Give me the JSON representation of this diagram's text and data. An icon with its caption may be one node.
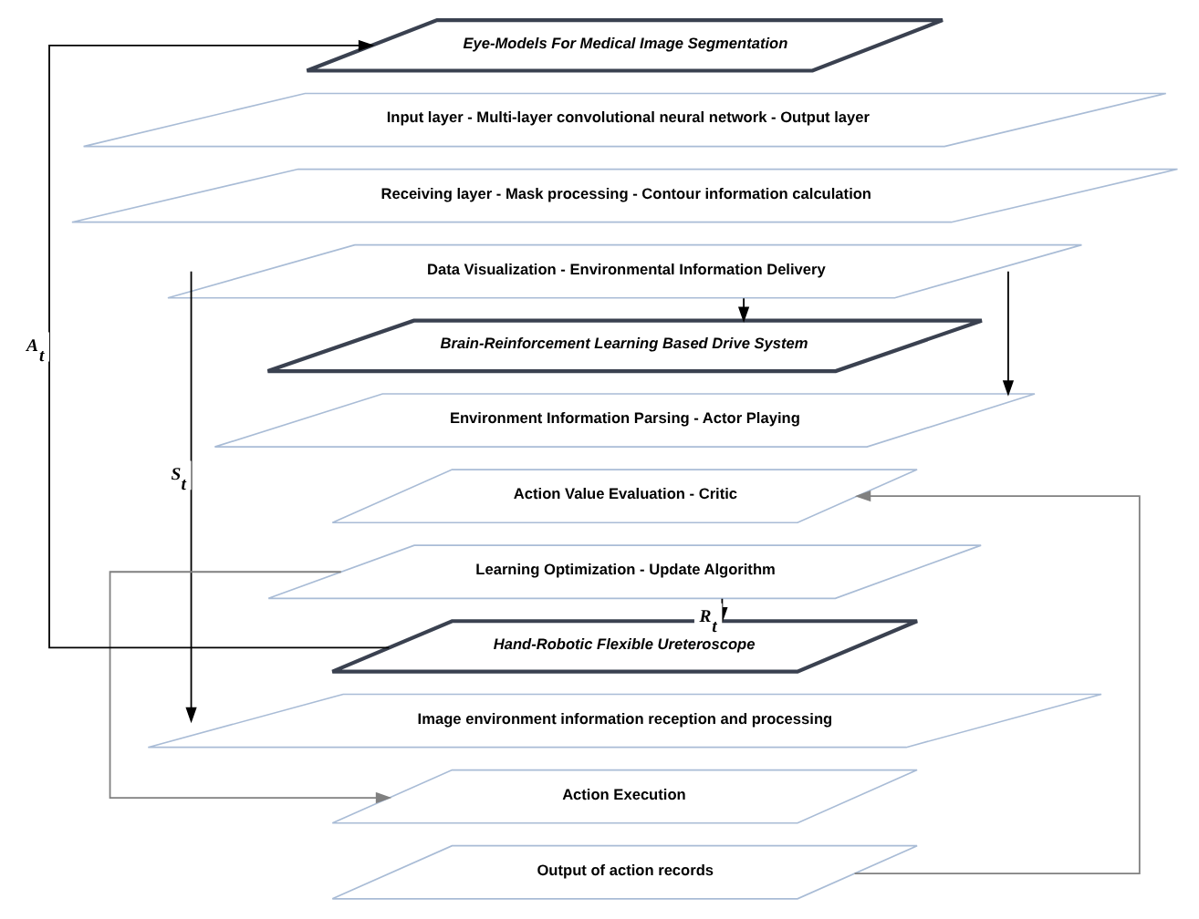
{
  "diagram": {
    "nodes": [
      {
        "text": [
          "Eye-Models For Medical Image Segmentation"
        ]
      },
      {
        "text": [
          "Input layer - Multi-layer convolutional neural network - Output layer"
        ]
      },
      {
        "text": [
          "Receiving layer - Mask processing - Contour information calculation"
        ]
      },
      {
        "text": [
          "Data Visualization - Environmental Information Delivery"
        ]
      },
      {
        "text": [
          "Brain-Reinforcement Learning Based Drive System"
        ]
      },
      {
        "text": [
          "Environment Information Parsing - Actor Playing"
        ]
      },
      {
        "text": [
          "Action Value Evaluation - Critic"
        ]
      },
      {
        "text": [
          "Learning Optimization - Update Algorithm"
        ]
      },
      {
        "text": [
          "Hand-Robotic Flexible Ureteroscope"
        ]
      },
      {
        "text": [
          "Image environment information reception and processing"
        ]
      },
      {
        "text": [
          "Action Execution"
        ]
      },
      {
        "text": [
          "Output of action records"
        ]
      }
    ],
    "edges": [
      {
        "from": 3,
        "to": 4,
        "arrow": "to"
      },
      {
        "from": 3,
        "to": 5,
        "arrow": "to"
      },
      {
        "from": 3,
        "to": 9,
        "arrow": "to",
        "label": "S$_{t}$"
      },
      {
        "from": 7,
        "to": 8,
        "arrow": "to",
        "label": "R$_{t}$"
      },
      {
        "from": 7,
        "to": 10,
        "arrow": "to",
        "color": "#808080"
      },
      {
        "from": 11,
        "to": 6,
        "arrow": "to",
        "color": "#808080"
      },
      {
        "from": 8,
        "to": 0,
        "arrow": "to",
        "label": "A$_{t}$"
      }
    ]
  }
}
